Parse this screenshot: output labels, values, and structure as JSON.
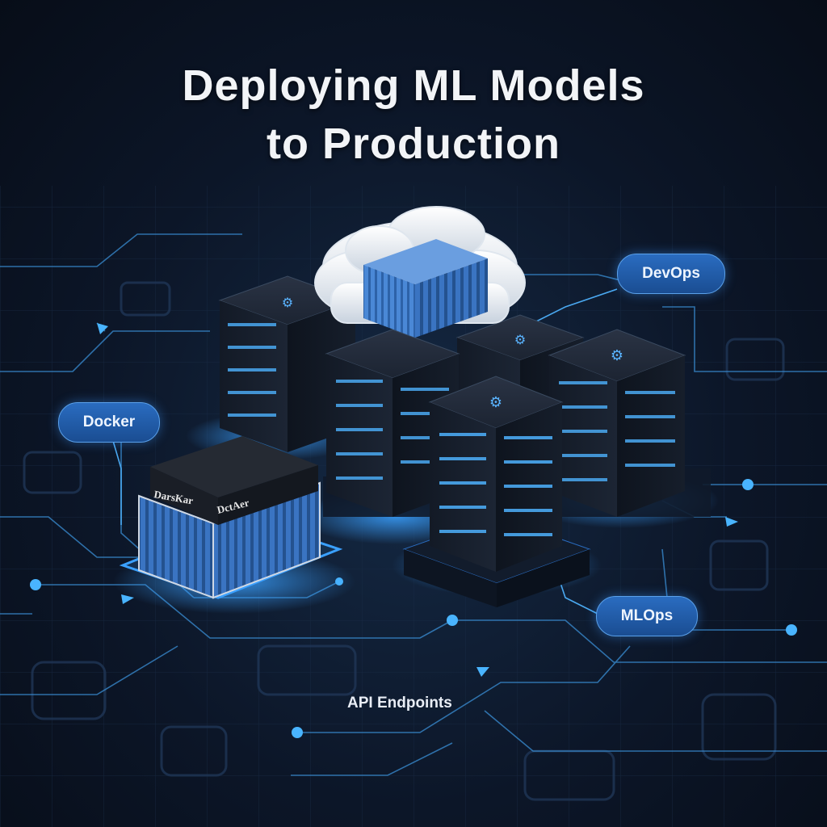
{
  "title": {
    "line1": "Deploying ML Models",
    "line2": "to Production"
  },
  "callouts": {
    "devops": "DevOps",
    "docker": "Docker",
    "mlops": "MLOps"
  },
  "labels": {
    "api_endpoints": "API Endpoints",
    "container_left": "DarsKar",
    "container_right": "DctAer"
  },
  "colors": {
    "background": "#0c1628",
    "glow": "#3aa0ff",
    "container_blue": "#3a78c8",
    "server_dark": "#1a2230",
    "title": "#f2f4f7"
  },
  "icons": {
    "server_logo": "gear-cloud-icon",
    "circuit_node": "dot-node-icon",
    "arrow": "arrow-head-icon"
  }
}
